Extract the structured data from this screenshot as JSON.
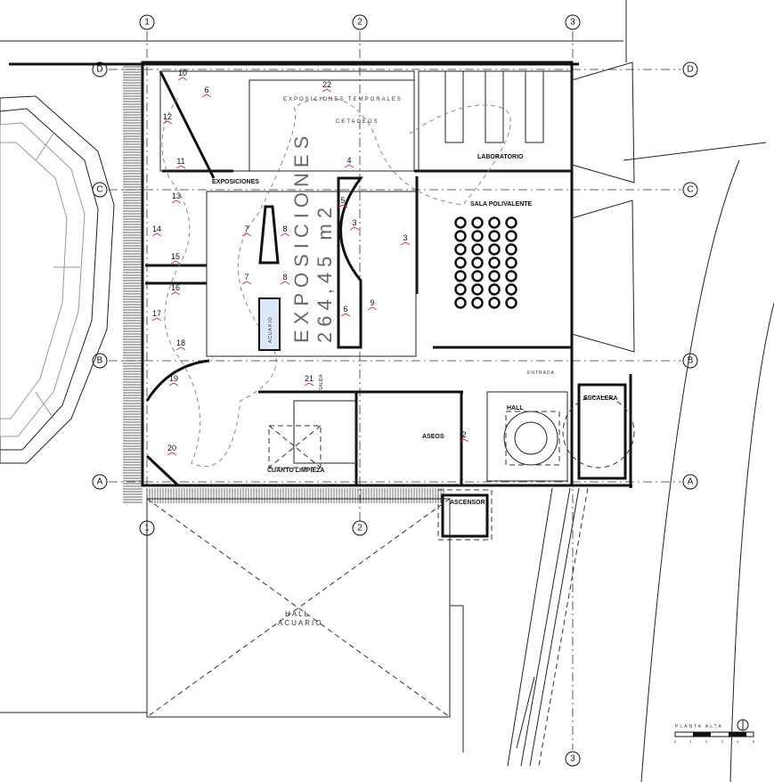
{
  "grid_axes": {
    "columns": [
      "1",
      "2",
      "3"
    ],
    "rows": [
      "D",
      "C",
      "B",
      "A"
    ]
  },
  "rooms": {
    "exposiciones_temporales": "EXPOSICIONES TEMPORALES",
    "cetaceos": "CETACEOS",
    "exposiciones": "EXPOSICIONES",
    "exposiciones_big_1": "EXPOSICIONES",
    "exposiciones_big_2": "264,45 m2",
    "acuario": "ACUARIO",
    "laboratorio": "LABORATORIO",
    "sala_polivalente": "SALA POLIVALENTE",
    "entrada": "ENTRADA",
    "hall": "HALL",
    "escalera": "ESCALERA",
    "aseos": "ASEOS",
    "cuarto_limpieza": "CUARTO LIMPIEZA",
    "ascensor": "ASCENSOR",
    "hall_acuario_1": "HALL",
    "hall_acuario_2": "ACUARIO",
    "salida": "SALIDA"
  },
  "markers": [
    "10",
    "22",
    "6",
    "12",
    "11",
    "4",
    "13",
    "14",
    "15",
    "16",
    "17",
    "18",
    "19",
    "20",
    "21",
    "7",
    "7",
    "8",
    "8",
    "5",
    "3",
    "3",
    "9",
    "6",
    "2"
  ],
  "legend": {
    "title": "PLANTA ALTA",
    "scale_ticks": [
      "0",
      "1",
      "2",
      "3",
      "4",
      "5"
    ]
  }
}
